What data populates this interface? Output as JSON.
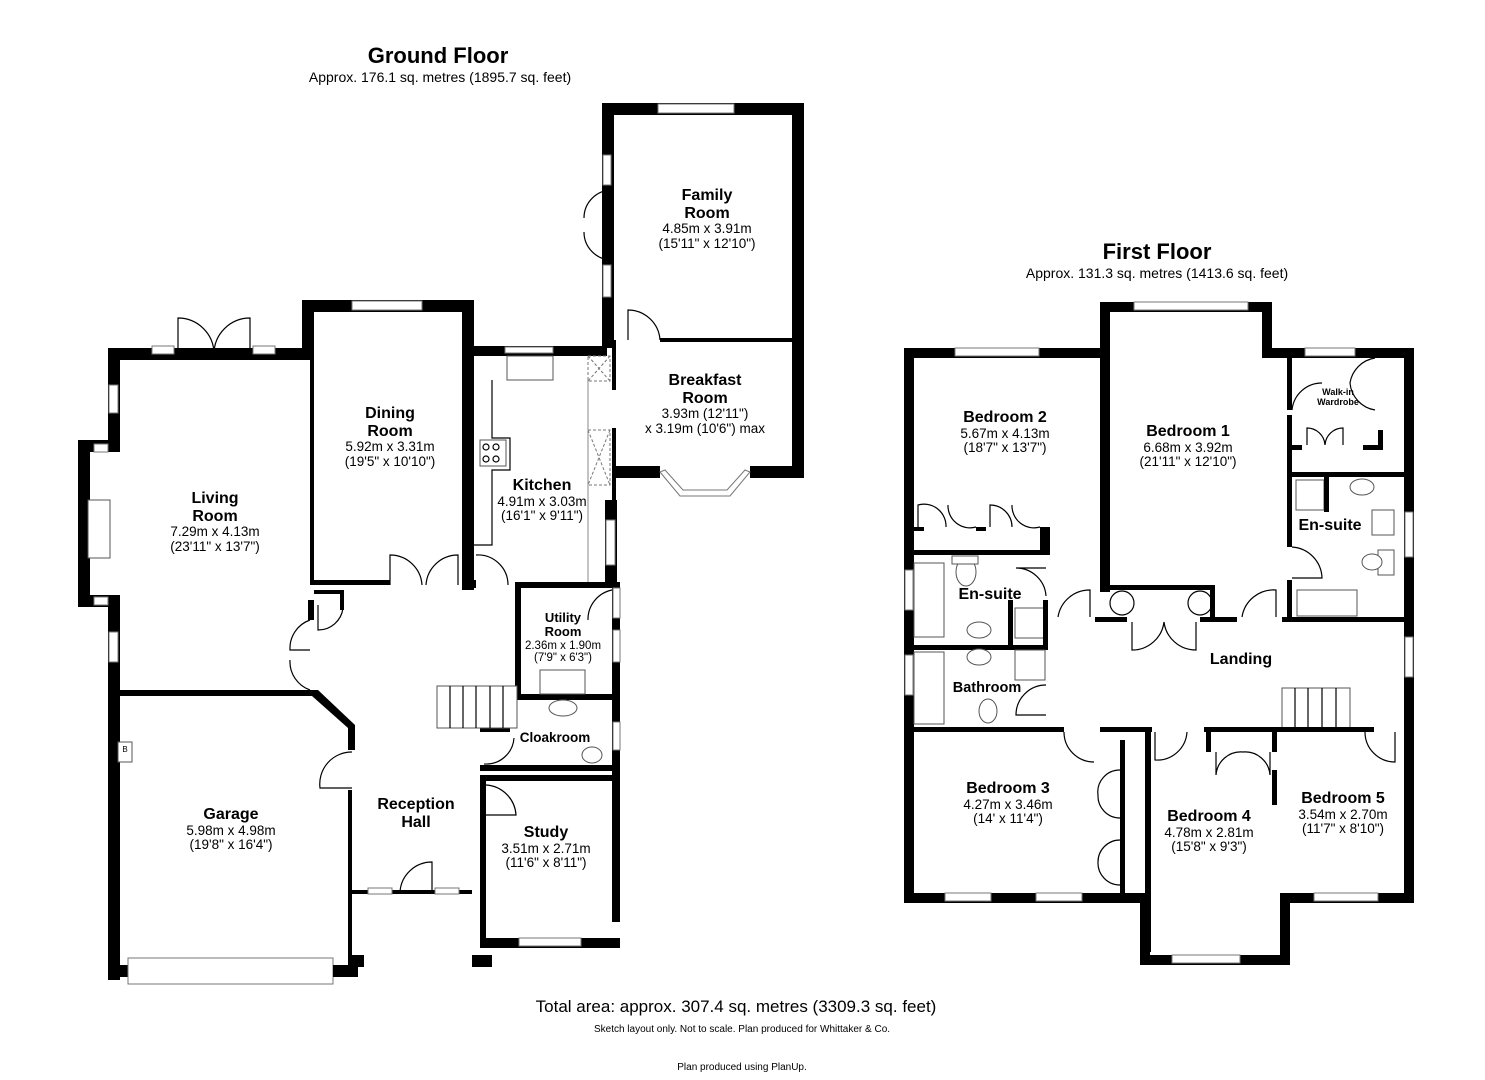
{
  "ground_floor": {
    "title": "Ground Floor",
    "area": "Approx. 176.1 sq. metres (1895.7 sq. feet)",
    "rooms": {
      "family_room": {
        "name_line1": "Family",
        "name_line2": "Room",
        "dim_m": "4.85m x 3.91m",
        "dim_ft": "(15'11\" x 12'10\")"
      },
      "breakfast_room": {
        "name_line1": "Breakfast",
        "name_line2": "Room",
        "dim_m": "3.93m (12'11\")",
        "dim_ft": "x 3.19m (10'6\") max"
      },
      "dining_room": {
        "name_line1": "Dining",
        "name_line2": "Room",
        "dim_m": "5.92m x 3.31m",
        "dim_ft": "(19'5\" x 10'10\")"
      },
      "living_room": {
        "name_line1": "Living",
        "name_line2": "Room",
        "dim_m": "7.29m x 4.13m",
        "dim_ft": "(23'11\" x 13'7\")"
      },
      "kitchen": {
        "name": "Kitchen",
        "dim_m": "4.91m x 3.03m",
        "dim_ft": "(16'1\" x 9'11\")"
      },
      "utility_room": {
        "name_line1": "Utility",
        "name_line2": "Room",
        "dim_m": "2.36m x 1.90m",
        "dim_ft": "(7'9\" x 6'3\")"
      },
      "cloakroom": {
        "name": "Cloakroom"
      },
      "garage": {
        "name": "Garage",
        "dim_m": "5.98m x 4.98m",
        "dim_ft": "(19'8\" x 16'4\")",
        "boiler_label": "B"
      },
      "reception_hall": {
        "name_line1": "Reception",
        "name_line2": "Hall"
      },
      "study": {
        "name": "Study",
        "dim_m": "3.51m x 2.71m",
        "dim_ft": "(11'6\" x 8'11\")"
      }
    }
  },
  "first_floor": {
    "title": "First Floor",
    "area": "Approx. 131.3 sq. metres (1413.6 sq. feet)",
    "rooms": {
      "bedroom_2": {
        "name": "Bedroom 2",
        "dim_m": "5.67m x 4.13m",
        "dim_ft": "(18'7\" x 13'7\")"
      },
      "bedroom_1": {
        "name": "Bedroom 1",
        "dim_m": "6.68m x 3.92m",
        "dim_ft": "(21'11\" x 12'10\")"
      },
      "walk_in_wardrobe": {
        "name_line1": "Walk-in",
        "name_line2": "Wardrobe"
      },
      "en_suite_1": {
        "name": "En-suite"
      },
      "en_suite_2": {
        "name": "En-suite"
      },
      "bathroom": {
        "name": "Bathroom"
      },
      "landing": {
        "name": "Landing"
      },
      "bedroom_3": {
        "name": "Bedroom 3",
        "dim_m": "4.27m x 3.46m",
        "dim_ft": "(14' x 11'4\")"
      },
      "bedroom_4": {
        "name": "Bedroom 4",
        "dim_m": "4.78m x 2.81m",
        "dim_ft": "(15'8\" x 9'3\")"
      },
      "bedroom_5": {
        "name": "Bedroom 5",
        "dim_m": "3.54m x 2.70m",
        "dim_ft": "(11'7\" x 8'10\")"
      }
    }
  },
  "footer": {
    "total_area": "Total area: approx. 307.4 sq. metres (3309.3 sq. feet)",
    "disclaimer": "Sketch layout only. Not to scale. Plan produced for Whittaker & Co.",
    "software_credit": "Plan produced using PlanUp."
  }
}
